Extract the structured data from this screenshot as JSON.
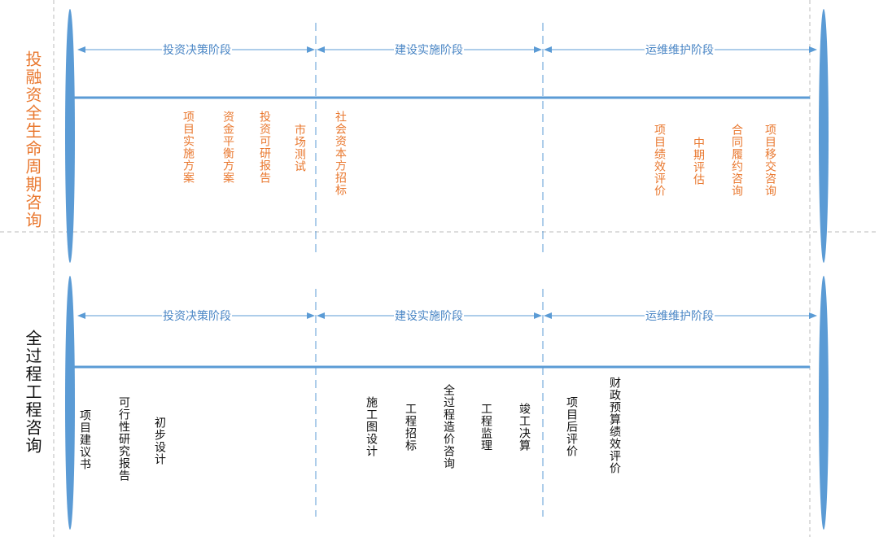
{
  "colors": {
    "accent": "#5b9bd5",
    "orange": "#ed7d31"
  },
  "top": {
    "title": "投融资全生命周期咨询",
    "phases": [
      "投资决策阶段",
      "建设实施阶段",
      "运维维护阶段"
    ],
    "items": [
      "项目实施方案",
      "资金平衡方案",
      "投资可研报告",
      "市场测试",
      "社会资本方招标",
      "项目绩效评价",
      "中期评估",
      "合同履约咨询",
      "项目移交咨询"
    ]
  },
  "bottom": {
    "title": "全过程工程咨询",
    "phases": [
      "投资决策阶段",
      "建设实施阶段",
      "运维维护阶段"
    ],
    "items": [
      "项目建议书",
      "可行性研究报告",
      "初步设计",
      "施工图设计",
      "工程招标",
      "全过程造价咨询",
      "工程监理",
      "竣工决算",
      "项目后评价",
      "财政预算绩效评价"
    ]
  }
}
